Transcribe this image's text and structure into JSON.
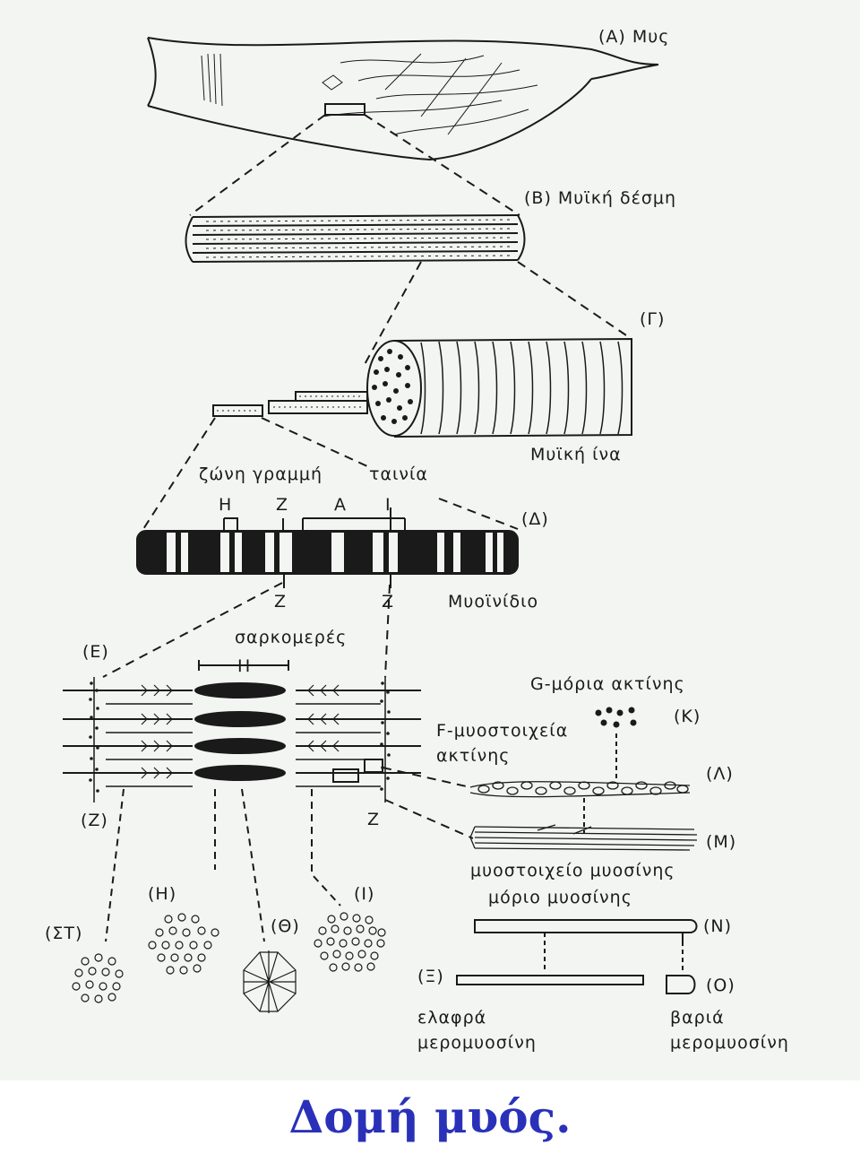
{
  "labels": {
    "A": "(Α) Μυς",
    "B": "(Β) Μυϊκή δέσμη",
    "G": "(Γ)",
    "fiber": "Μυϊκή ίνα",
    "zone_line": "ζώνη γραμμή",
    "band": "ταινία",
    "H_top": "Η",
    "Z_top": "Ζ",
    "A_top": "Α",
    "I_top": "Ι",
    "D": "(Δ)",
    "Z_bottom_1": "Ζ",
    "Z_bottom_2": "Ζ",
    "myofibril": "Μυοϊνίδιο",
    "E": "(Ε)",
    "sarcomere": "σαρκομερές",
    "H_sarc": "Η",
    "g_actin": "G-μόρια ακτίνης",
    "K": "(Κ)",
    "f_actin_1": "F-μυοστοιχεία",
    "f_actin_2": "ακτίνης",
    "L": "(Λ)",
    "Z_paren": "(Ζ)",
    "Z_sarc": "Ζ",
    "M": "(Μ)",
    "myosin_filament": "μυοστοιχείο μυοσίνης",
    "myosin_molecule": "μόριο μυοσίνης",
    "H_paren": "(Η)",
    "I_paren": "(Ι)",
    "ST": "(ΣΤ)",
    "TH": "(Θ)",
    "N": "(Ν)",
    "XI": "(Ξ)",
    "O": "(Ο)",
    "light_1": "ελαφρά",
    "light_2": "μερομυοσίνη",
    "heavy_1": "βαριά",
    "heavy_2": "μερομυοσίνη"
  },
  "caption": "Δομή μυός.",
  "colors": {
    "paper": "#f3f5f3",
    "ink": "#1a1a1a",
    "caption": "#2a31b8"
  }
}
